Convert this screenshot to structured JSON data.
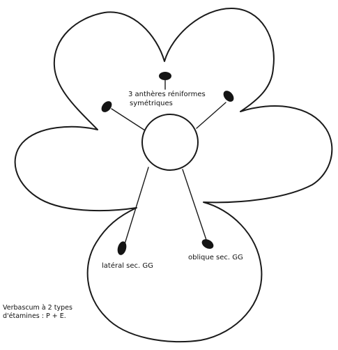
{
  "annotations": {
    "anthers_line1": "3 anthères réniformes",
    "anthers_line2": "symétriques",
    "lateral": "latéral sec. GG",
    "oblique": "oblique sec. GG",
    "note_line1": "Verbascum à 2 types",
    "note_line2": "d'étamines : P + E."
  }
}
